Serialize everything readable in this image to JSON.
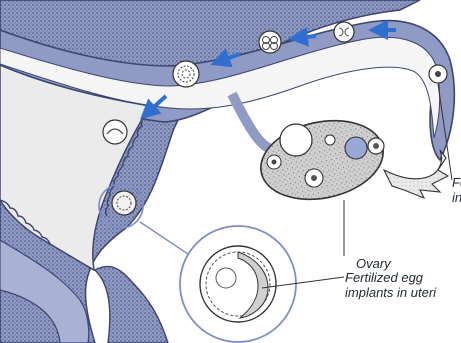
{
  "labels": {
    "fertilization_clipped": "Fe",
    "fertilization_clipped_2": "in",
    "ovary": "Ovary",
    "implant_line1": "Fertilized egg",
    "implant_line2": "implants in uteri"
  },
  "colors": {
    "tissue": "#8f9bc4",
    "tissue_dark": "#3c4670",
    "cavity": "#ebebeb",
    "ovary_fill": "#c9c9c9",
    "arrow": "#2f6fd0",
    "callout_ring": "#7f8cc8",
    "text": "#222a38"
  }
}
